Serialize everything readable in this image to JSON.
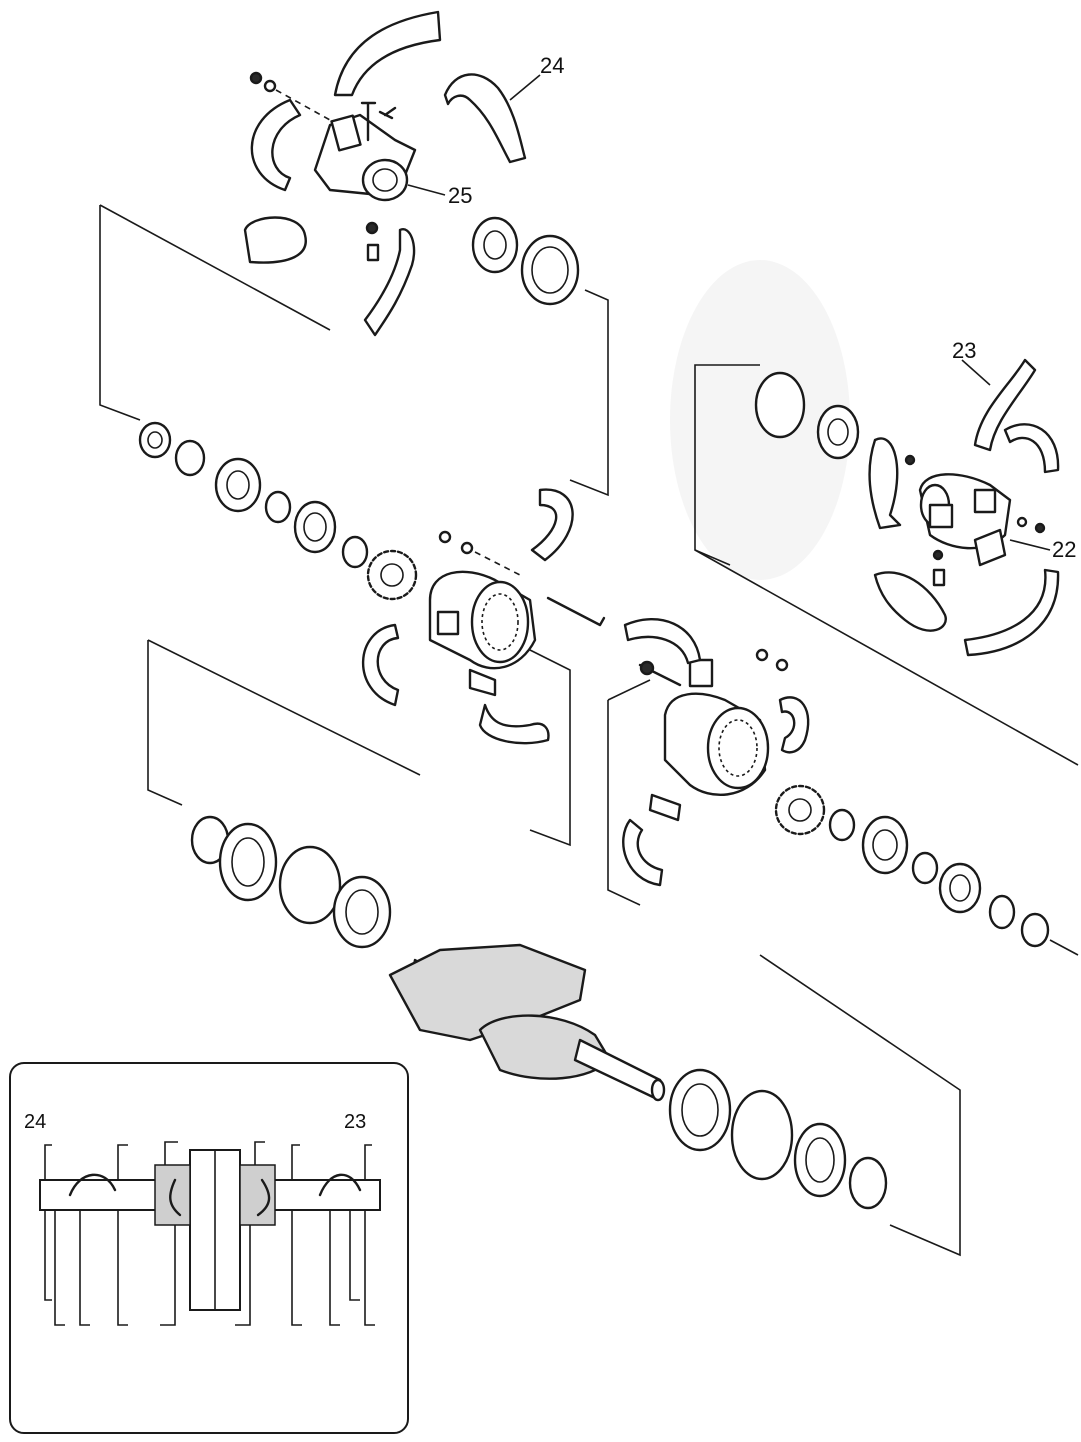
{
  "callouts": {
    "c24": "24",
    "c25": "25",
    "c23": "23",
    "c22": "22"
  },
  "inset": {
    "left_label": "24",
    "right_label": "23"
  }
}
